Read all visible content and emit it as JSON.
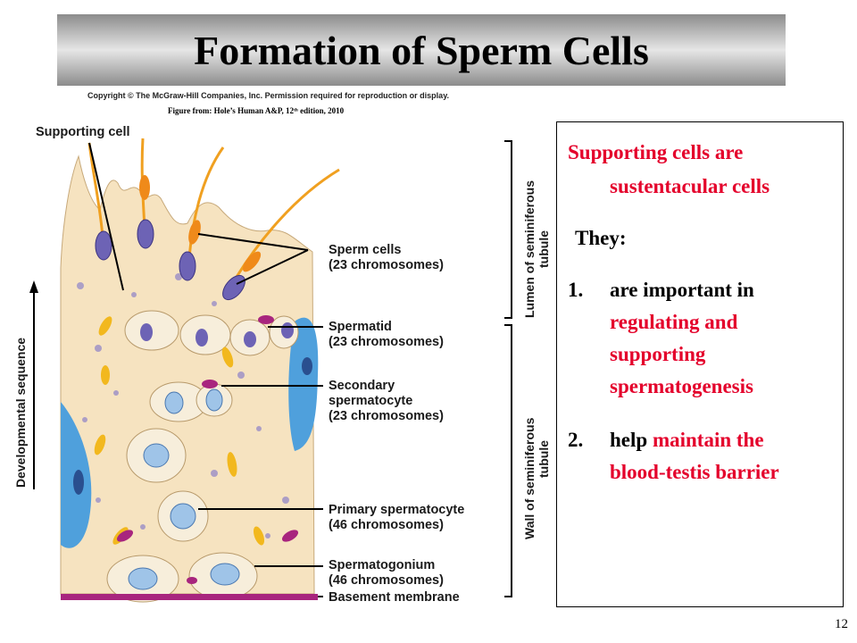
{
  "slide": {
    "title": "Formation of Sperm Cells",
    "copyright": "Copyright © The McGraw-Hill Companies, Inc. Permission required for reproduction or display.",
    "figure_credit": "Figure from: Hole’s Human A&P, 12ᵗʰ edition, 2010",
    "page_number": "12"
  },
  "figure": {
    "supporting_cell": "Supporting cell",
    "developmental_sequence": "Developmental sequence",
    "lumen": [
      "Lumen of seminiferous",
      "tubule"
    ],
    "wall": [
      "Wall of seminiferous",
      "tubule"
    ],
    "sperm_cells": [
      "Sperm cells",
      "(23 chromosomes)"
    ],
    "spermatid": [
      "Spermatid",
      "(23 chromosomes)"
    ],
    "secondary_spermatocyte": [
      "Secondary",
      "spermatocyte",
      "(23 chromosomes)"
    ],
    "primary_spermatocyte": [
      "Primary spermatocyte",
      "(46 chromosomes)"
    ],
    "spermatogonium": [
      "Spermatogonium",
      "(46 chromosomes)"
    ],
    "basement_membrane": "Basement membrane"
  },
  "info": {
    "heading_part1": "Supporting cells are",
    "heading_part2": "sustentacular cells",
    "they": "They:",
    "item1_num": "1.",
    "item1_line1": "are important in",
    "item1_line2": "regulating and",
    "item1_line3": "supporting",
    "item1_line4": "spermatogenesis",
    "item2_num": "2.",
    "item2_black": "help ",
    "item2_red1": "maintain the",
    "item2_red2": "blood-testis barrier"
  },
  "colors": {
    "red_text": "#e4002b",
    "tissue": "#f6e3c0",
    "nucleus": "#9fc4e8",
    "sperm_head": "#6d63b5",
    "membrane": "#a8257e",
    "tail": "#f0a020"
  }
}
